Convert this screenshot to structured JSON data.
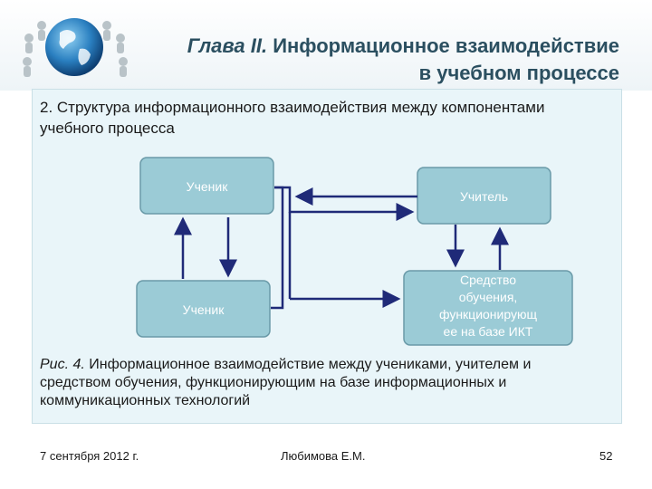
{
  "header": {
    "title_prefix": "Глава II.",
    "title_rest": "Информационное взаимодействие",
    "title_line2": "в учебном процессе"
  },
  "slide": {
    "subtitle": "2. Структура информационного взаимодействия между компонентами учебного процесса",
    "caption_prefix": "Рис. 4.",
    "caption_text": " Информационное взаимодействие между учениками, учителем и средством обучения, функционирующим на базе информационных и коммуникационных технологий"
  },
  "diagram": {
    "node_student_top": "Ученик",
    "node_student_bottom": "Ученик",
    "node_teacher": "Учитель",
    "node_tool_l1": "Средство",
    "node_tool_l2": "обучения,",
    "node_tool_l3": "функционирующ",
    "node_tool_l4": "ее на базе ИКТ",
    "box_fill": "#9bcbd6",
    "box_stroke": "#6a9aa8",
    "arrow_color": "#1f2a78"
  },
  "footer": {
    "date": "7 сентября 2012 г.",
    "author": "Любимова Е.М.",
    "page_number": "52"
  }
}
